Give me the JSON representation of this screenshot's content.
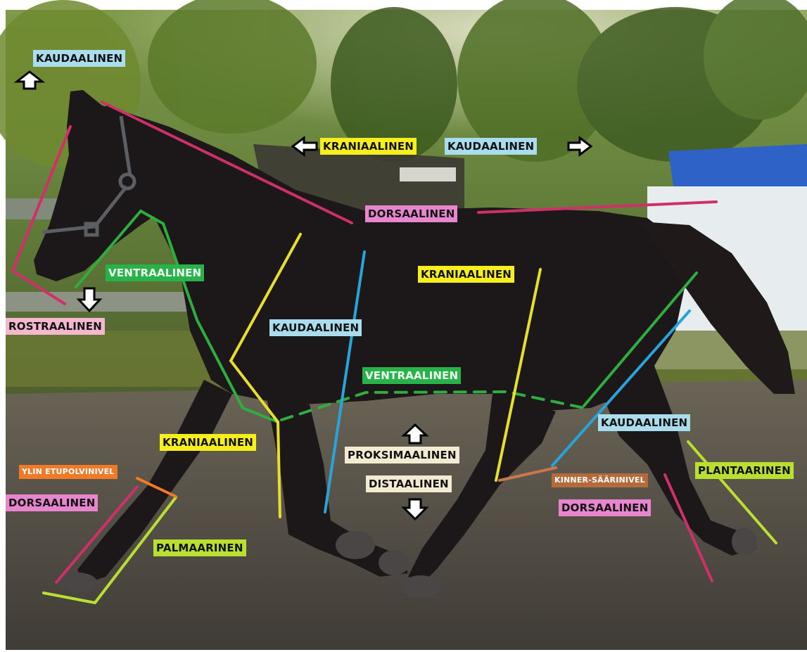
{
  "labels": {
    "kaudaalinen_top": "KAUDAALINEN",
    "kraniaalinen_head": "KRANIAALINEN",
    "kaudaalinen_head": "KAUDAALINEN",
    "dorsaalinen_back": "DORSAALINEN",
    "ventraalinen_neck": "VENTRAALINEN",
    "rostraalinen": "ROSTRAALINEN",
    "kraniaalinen_body": "KRANIAALINEN",
    "kaudaalinen_body": "KAUDAALINEN",
    "ventraalinen_belly": "VENTRAALINEN",
    "kaudaalinen_hind": "KAUDAALINEN",
    "kraniaalinen_leg": "KRANIAALINEN",
    "proksimaalinen": "PROKSIMAALINEN",
    "distaalinen": "DISTAALINEN",
    "ylin_etupolvinivel": "YLIN ETUPOLVINIVEL",
    "dorsaalinen_front": "DORSAALINEN",
    "kinner_saarinivel": "KINNER-SÄÄRINIVEL",
    "dorsaalinen_hind": "DORSAALINEN",
    "plantaarinen": "PLANTAARINEN",
    "palmaarinen": "PALMAARINEN"
  },
  "icons": [
    "arrow-up-icon",
    "arrow-left-icon",
    "arrow-right-icon",
    "arrow-down-icon"
  ],
  "colors": {
    "blue": "#a9dcec",
    "yellow": "#f7ee1e",
    "pink": "#e885cf",
    "magenta_line": "#d0306a",
    "green": "#27b34a",
    "light_pink": "#f4b7cd",
    "cream": "#f3ead2",
    "lime": "#b9e031",
    "orange": "#f07a28",
    "brown": "#b56a3c",
    "line_blue": "#2aa3d8"
  }
}
